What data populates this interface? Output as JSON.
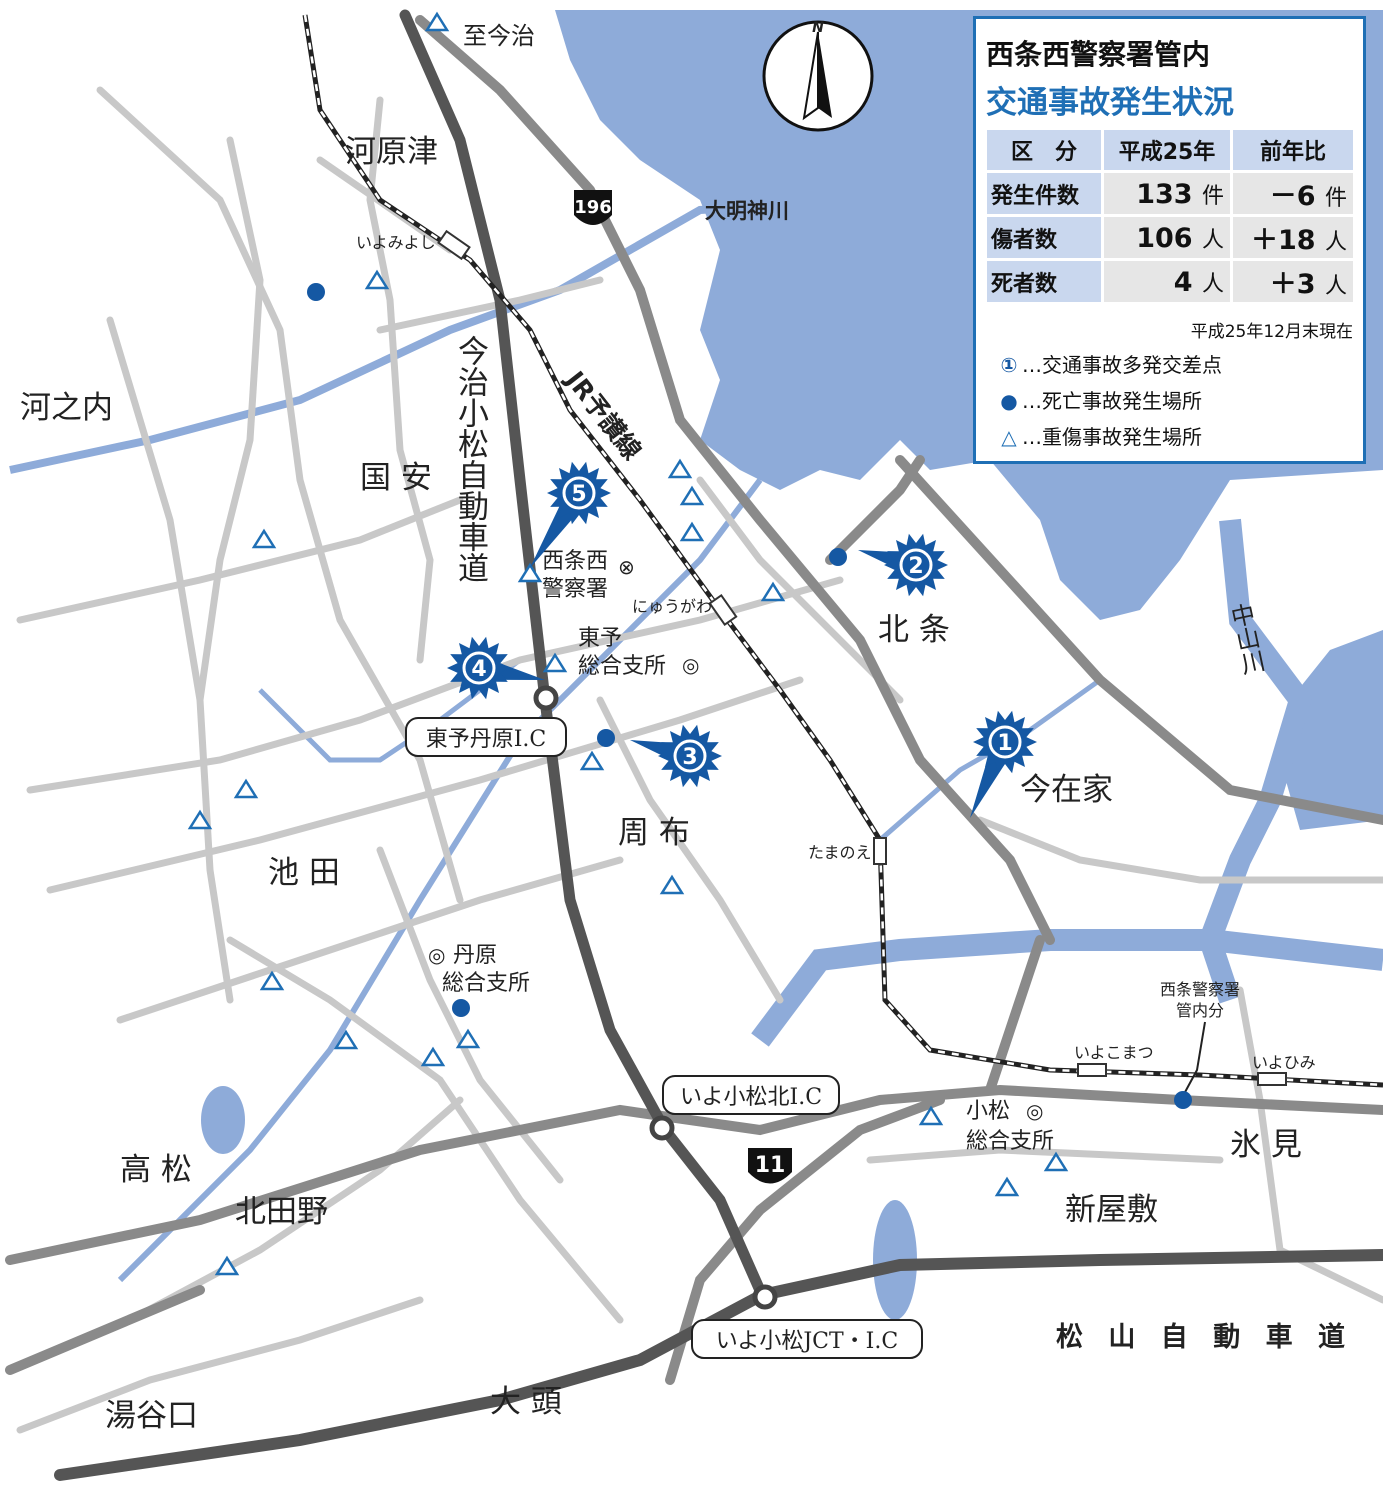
{
  "places": {
    "shimanonai": "至今治",
    "kawarazu": "河原津",
    "konouchi": "河之内",
    "kuniyasu": "国 安",
    "hojo": "北 条",
    "imazaike": "今在家",
    "ikeda": "池 田",
    "shufu": "周 布",
    "takamatsu": "高 松",
    "kitatano": "北田野",
    "yudaniguchi": "湯谷口",
    "ooto": "大 頭",
    "himi": "氷 見",
    "shinyashiki": "新屋敷"
  },
  "rivers": {
    "daimyojin": "大明神川",
    "nakayama": "中山川"
  },
  "roads": {
    "expressway_imabari": "今治小松自動車道",
    "expressway_matsuyama": "松 山 自 動 車 道",
    "jr_line": "JR予讃線",
    "route196": "196",
    "route11": "11"
  },
  "interchanges": {
    "toyo_tanbara": "東予丹原I.C",
    "iyo_komatsu_kita": "いよ小松北I.C",
    "iyo_komatsu_jct": "いよ小松JCT・I.C"
  },
  "stations": {
    "iyomiyoshi": "いよみよし",
    "nyugawa": "にゅうがわ",
    "tamanoe": "たまのえ",
    "iyokomatsu": "いよこまつ",
    "iyohimi": "いよひみ"
  },
  "facilities": {
    "police_line1": "西条西",
    "police_line2": "警察署",
    "toyo_line1": "東予",
    "toyo_line2": "総合支所",
    "tanbara_line1": "丹原",
    "tanbara_line2": "総合支所",
    "komatsu_line1": "小松",
    "komatsu_line2": "総合支所",
    "saijo_note_line1": "西条警察署",
    "saijo_note_line2": "管内分",
    "north_arrow": "N"
  },
  "panel": {
    "title_line1": "西条西警察署管内",
    "title_line2": "交通事故発生状況",
    "headers": [
      "区　分",
      "平成25年",
      "前年比"
    ],
    "rows": [
      {
        "label": "発生件数",
        "value": "133",
        "unit": "件",
        "diff": "－6",
        "diff_unit": "件"
      },
      {
        "label": "傷者数",
        "value": "106",
        "unit": "人",
        "diff": "＋18",
        "diff_unit": "人"
      },
      {
        "label": "死者数",
        "value": "4",
        "unit": "人",
        "diff": "＋3",
        "diff_unit": "人"
      }
    ],
    "as_of": "平成25年12月末現在",
    "legend": [
      {
        "symbol": "①",
        "text": "…交通事故多発交差点"
      },
      {
        "symbol": "●",
        "text": "…死亡事故発生場所"
      },
      {
        "symbol": "△",
        "text": "…重傷事故発生場所"
      }
    ]
  },
  "intersections": [
    "1",
    "2",
    "3",
    "4",
    "5"
  ],
  "colors": {
    "sea": "#8eabd9",
    "accent": "#1f6fb5",
    "marker": "#1558a3",
    "road": "#c8c8c8",
    "highway": "#555555"
  }
}
